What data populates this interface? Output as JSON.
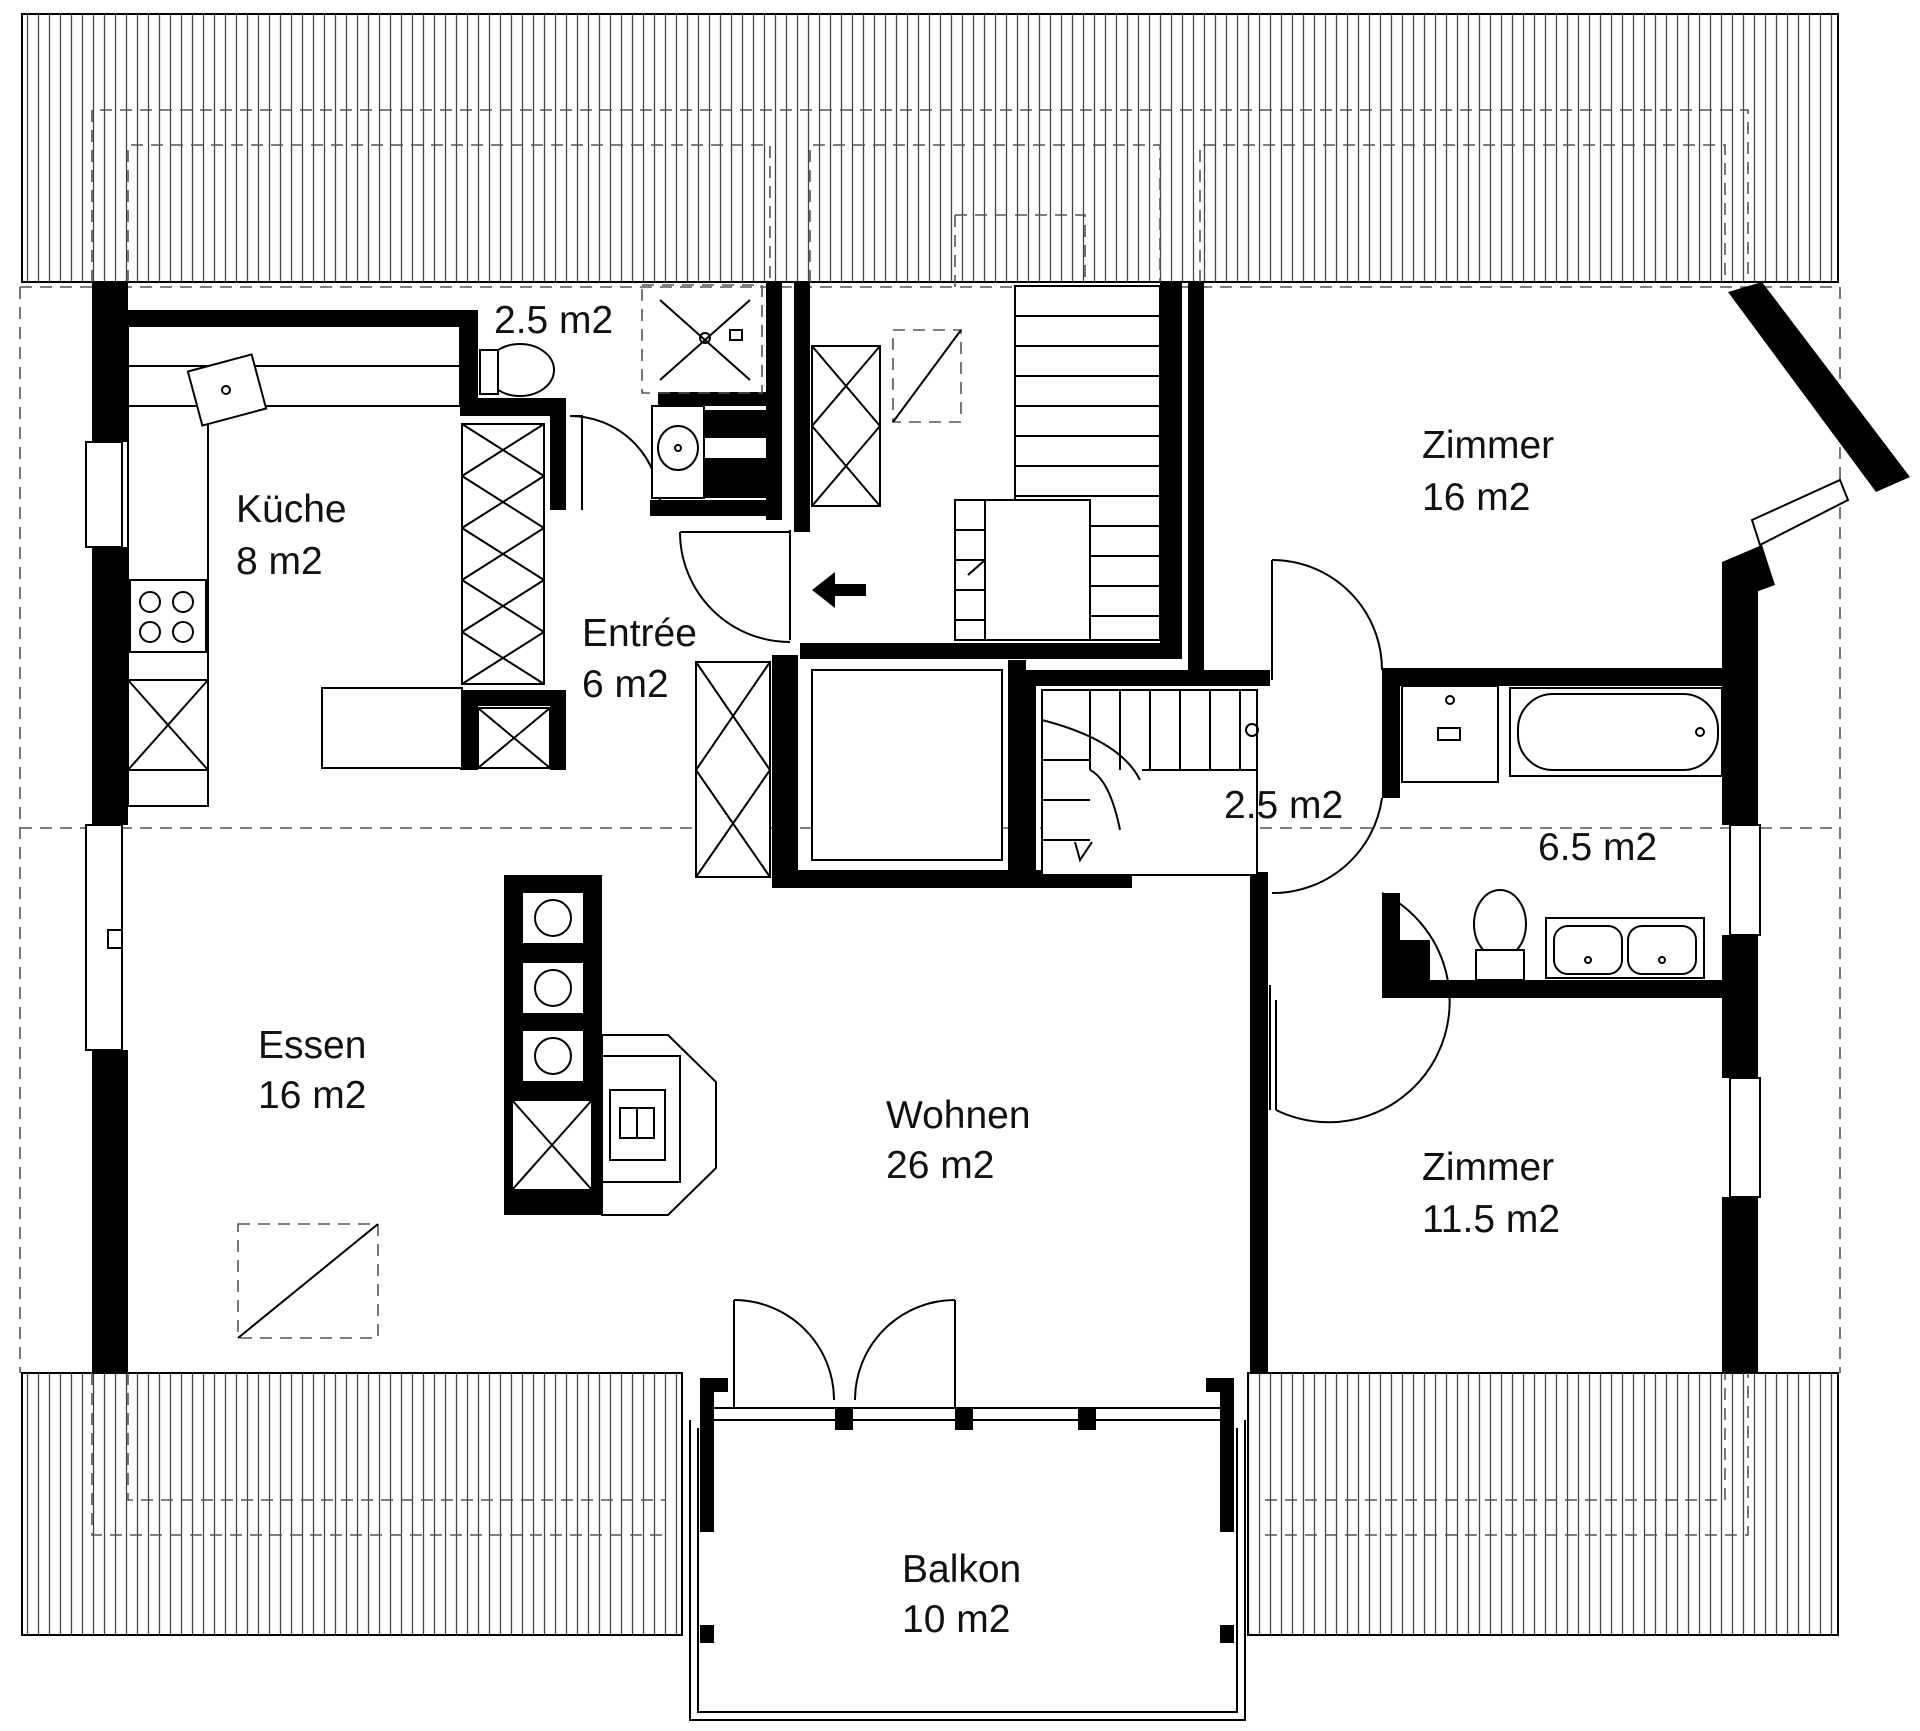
{
  "colors": {
    "wall": "#000000",
    "background": "#ffffff",
    "hatch": "#444444"
  },
  "rooms": [
    {
      "id": "kueche",
      "name": "Küche",
      "area": "8 m2"
    },
    {
      "id": "wc",
      "name": "",
      "area": "2.5 m2"
    },
    {
      "id": "entree",
      "name": "Entrée",
      "area": "6 m2"
    },
    {
      "id": "zimmer1",
      "name": "Zimmer",
      "area": "16 m2"
    },
    {
      "id": "vorplatz",
      "name": "",
      "area": "2.5 m2"
    },
    {
      "id": "bad",
      "name": "",
      "area": "6.5 m2"
    },
    {
      "id": "essen",
      "name": "Essen",
      "area": "16 m2"
    },
    {
      "id": "wohnen",
      "name": "Wohnen",
      "area": "26 m2"
    },
    {
      "id": "zimmer2",
      "name": "Zimmer",
      "area": "11.5 m2"
    },
    {
      "id": "balkon",
      "name": "Balkon",
      "area": "10 m2"
    }
  ],
  "icons": [
    "entrance-arrow-icon",
    "stove-icon",
    "shower-icon",
    "toilet-icon",
    "bathtub-icon",
    "sink-icon",
    "fireplace-icon",
    "staircase-icon"
  ]
}
